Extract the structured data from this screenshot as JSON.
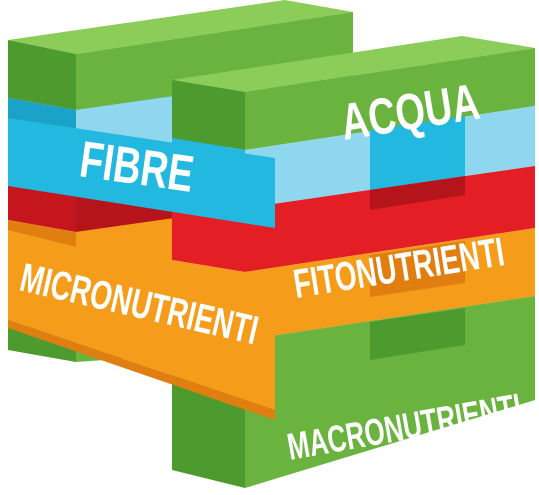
{
  "labels": {
    "acqua": "ACQUA",
    "fibre": "FIBRE",
    "fitonutrienti": "FITONUTRIENTI",
    "micronutrienti": "MICRONUTRIENTI",
    "macronutrienti": "MACRONUTRIENTI"
  },
  "colors": {
    "green": "#6ab33e",
    "blue": "#23b8e0",
    "red": "#e31e24",
    "orange": "#f59c1b",
    "white": "#ffffff"
  }
}
